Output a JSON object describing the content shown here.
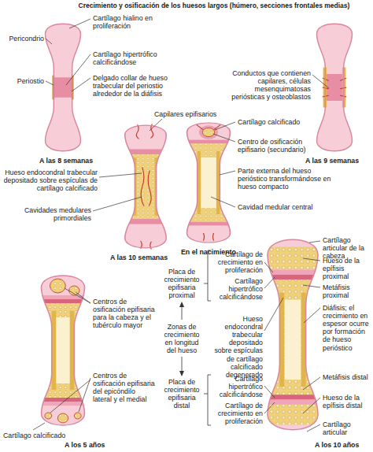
{
  "diagram": {
    "title": "Crecimiento y osificación de los huesos largos (húmero, secciones frontales medias)",
    "labels": [
      "Cartílago hialino en proliferación",
      "Pericondrio",
      "Periostio",
      "Cartílago hipertrófico calcificándose",
      "Delgado collar de hueso trabecular del periostio alrededor de la diáfisis",
      "A las 8 semanas",
      "Conductos que contienen capilares, células mesenquimatosas periósticas y osteoblastos",
      "A las 9 semanas",
      "Capilares epifisarios",
      "Hueso endocondral trabecular depositado sobre espículas de cartílago calcificado",
      "Cavidades medulares primordiales",
      "A las 10 semanas",
      "Cartílago calcificado",
      "Centro de osificación epifisario (secundario)",
      "Parte externa del hueso perióstico transformándose en hueso compacto",
      "Cavidad medular central",
      "En el nacimiento",
      "Centros de osificación epifisaria para la cabeza y el tubérculo mayor",
      "Centros de osificación epifisaria del epicóndilo lateral y el medial",
      "Cartílago calcificado",
      "A los 5 años",
      "Placa de crecimiento epifisaria proximal",
      "Zonas de crecimiento en longitud del hueso",
      "Placa de crecimiento epifisaria distal",
      "Cartílago articular de la cabeza",
      "Cartílago de crecimiento en proliferación",
      "Cartílago hipertrófico calcificándose",
      "Hueso de la epífisis proximal",
      "Metáfisis proximal",
      "Diáfisis; el crecimiento en espesor ocurre por formación de hueso perióstico",
      "Hueso endocondral trabecular depositado sobre espículas de cartílago calcificado degenerado",
      "Metáfisis distal",
      "Hueso de la epífisis distal",
      "Cartílago hipertrófico calcificándose",
      "Cartílago de crecimiento en proliferación",
      "Cartílago articular",
      "A los 10 años"
    ]
  }
}
